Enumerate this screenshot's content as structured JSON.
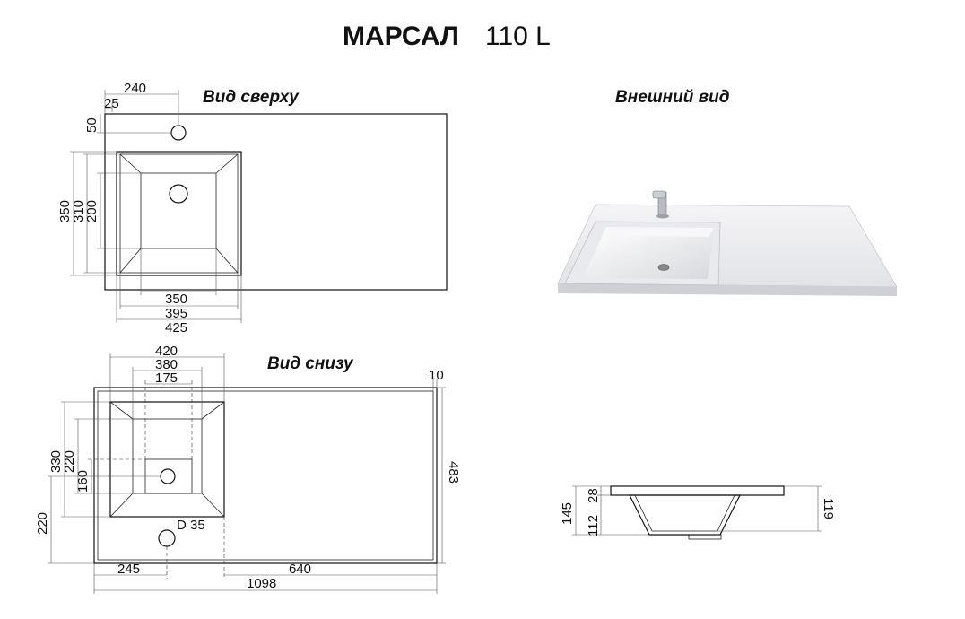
{
  "title": {
    "name": "МАРСАЛ",
    "model": "110 L"
  },
  "views": {
    "top": {
      "label": "Вид сверху",
      "dims": {
        "d240": "240",
        "d25": "25",
        "d50": "50",
        "d350v": "350",
        "d310": "310",
        "d200": "200",
        "d350h": "350",
        "d395": "395",
        "d425": "425"
      }
    },
    "exterior": {
      "label": "Внешний вид"
    },
    "bottom": {
      "label": "Вид снизу",
      "dims": {
        "d420": "420",
        "d380": "380",
        "d175": "175",
        "d10": "10",
        "d330": "330",
        "d220v": "220",
        "d160": "160",
        "d220b": "220",
        "d483": "483",
        "hole": "D 35",
        "d245": "245",
        "d640": "640",
        "d1098": "1098"
      }
    },
    "side": {
      "dims": {
        "d145": "145",
        "d28": "28",
        "d112": "112",
        "d119": "119"
      }
    }
  }
}
